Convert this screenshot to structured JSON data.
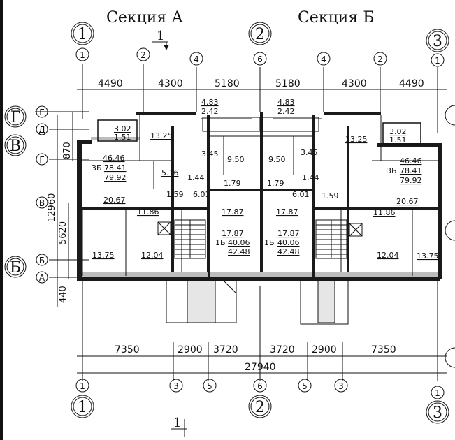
{
  "titles": {
    "section_a": "Секция А",
    "section_b": "Секция Б"
  },
  "section_mark": {
    "label": "1"
  },
  "major_axes": [
    "1",
    "2",
    "3"
  ],
  "minor_axes_top": [
    "1",
    "2",
    "4",
    "6",
    "4",
    "2",
    "1"
  ],
  "minor_axes_bottom": [
    "1",
    "3",
    "5",
    "6",
    "5",
    "3",
    "1"
  ],
  "row_axes_left_major": [
    "Г",
    "В",
    "Б"
  ],
  "row_axes_left_minor": [
    "Е",
    "Д",
    "Г",
    "В",
    "Б",
    "А"
  ],
  "top_dims": [
    "4490",
    "4300",
    "5180",
    "5180",
    "4300",
    "4490"
  ],
  "bottom_dims": [
    "7350",
    "2900",
    "3720",
    "3720",
    "2900",
    "7350"
  ],
  "total_dim": "27940",
  "left_dims": [
    "870",
    "12960",
    "5620",
    "440"
  ],
  "areas_a": {
    "balcony_top1": "4.83",
    "balcony_top2": "2.42",
    "loggia1": "3.02",
    "loggia2": "1.51",
    "kitchen": "13.25",
    "bath1": "3.45",
    "room_mid": "9.50",
    "apt_total1": "46.46",
    "apt_code": "3Б",
    "apt_total2": "78.41",
    "apt_total3": "79.92",
    "small1": "5.16",
    "small2": "1.44",
    "small3": "1.59",
    "living": "20.67",
    "hall": "11.86",
    "hall2": "6.01",
    "bath2": "1.79",
    "room_bl": "13.75",
    "room_br": "12.04",
    "room_c": "17.87",
    "room_c2": "17.87",
    "apt2_code": "1Б",
    "apt2_t1": "40.06",
    "apt2_t2": "42.48"
  },
  "areas_b": {
    "balcony_top1": "4.83",
    "balcony_top2": "2.42",
    "loggia1": "3.02",
    "loggia2": "1.51",
    "kitchen": "13.25",
    "bath1": "3.45",
    "room_mid": "9.50",
    "apt_total1": "46.46",
    "apt_code": "3Б",
    "apt_total2": "78.41",
    "apt_total3": "79.92",
    "small2": "1.44",
    "small3": "1.59",
    "living": "20.67",
    "hall": "11.86",
    "hall2": "6.01",
    "bath2": "1.79",
    "room_bl": "12.04",
    "room_br": "13.75",
    "room_c": "17.87",
    "room_c2": "17.87",
    "apt2_code": "1Б",
    "apt2_t1": "40.06",
    "apt2_t2": "42.48"
  }
}
